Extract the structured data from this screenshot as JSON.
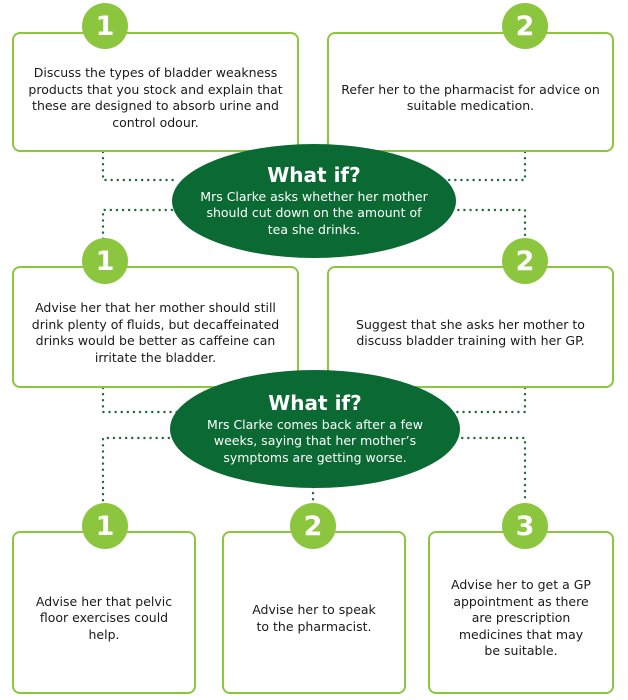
{
  "colors": {
    "accent": "#8cc63f",
    "dark_green": "#0b6a33",
    "dots": "#1f6b3a"
  },
  "section1": {
    "options": [
      {
        "number": "1",
        "text": "Discuss the types of bladder weakness products that you stock and explain that these are designed to absorb urine and control odour."
      },
      {
        "number": "2",
        "text": "Refer her to the pharmacist for advice on suitable medication."
      }
    ]
  },
  "whatif1": {
    "title": "What if?",
    "text": "Mrs Clarke asks whether her mother should cut down on the amount of tea she drinks."
  },
  "section2": {
    "options": [
      {
        "number": "1",
        "text": "Advise her that her mother should still drink plenty of fluids, but decaffeinated drinks would be better as caffeine can irritate the bladder."
      },
      {
        "number": "2",
        "text": "Suggest that she asks her mother to discuss bladder training with her GP."
      }
    ]
  },
  "whatif2": {
    "title": "What if?",
    "text": "Mrs Clarke comes back after a few weeks, saying that her mother’s symptoms are getting worse."
  },
  "section3": {
    "options": [
      {
        "number": "1",
        "text": "Advise her that pelvic floor exercises could help."
      },
      {
        "number": "2",
        "text": "Advise her to speak to the pharmacist."
      },
      {
        "number": "3",
        "text": "Advise her to get a GP appointment as there are prescription medicines that may be suitable."
      }
    ]
  }
}
